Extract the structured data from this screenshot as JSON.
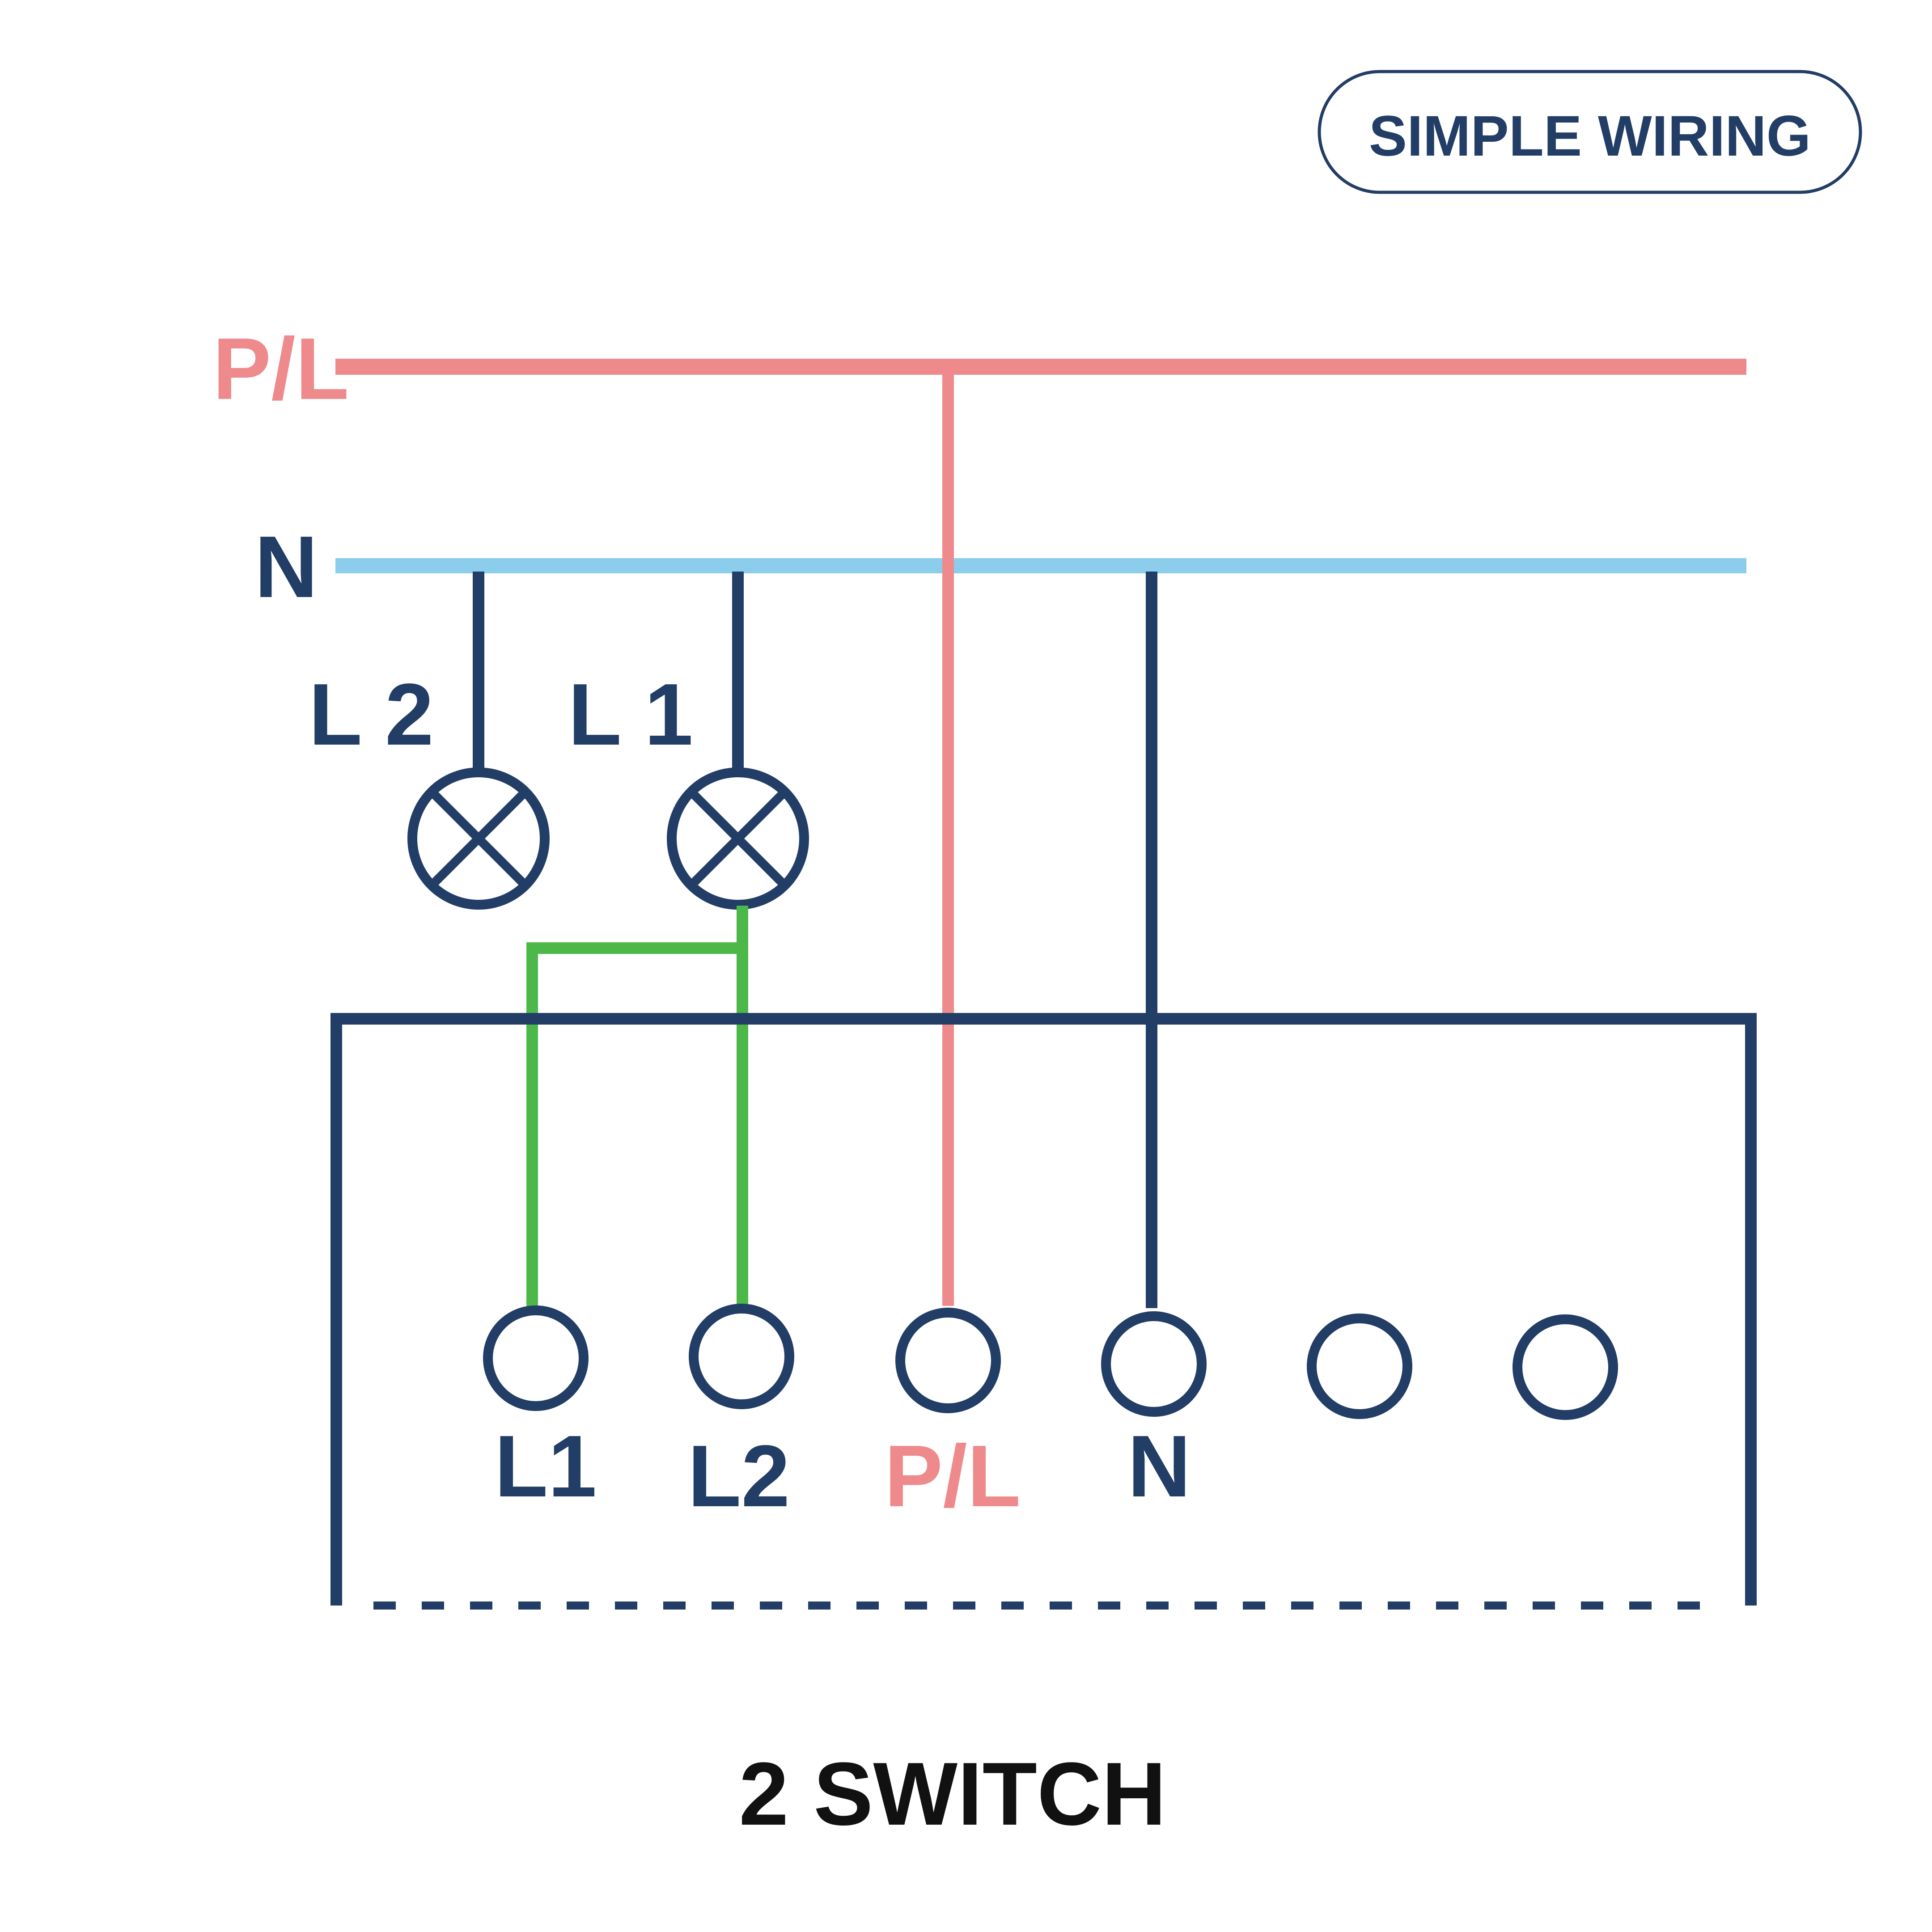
{
  "badge": {
    "text": "SIMPLE WIRING"
  },
  "bus": {
    "live_label": "P/L",
    "neutral_label": "N"
  },
  "lamps": [
    {
      "label": "L 2"
    },
    {
      "label": "L 1"
    }
  ],
  "terminals": [
    {
      "label": "L1",
      "wire": "switched"
    },
    {
      "label": "L2",
      "wire": "switched"
    },
    {
      "label": "P/L",
      "wire": "live"
    },
    {
      "label": "N",
      "wire": "neutral"
    },
    {
      "label": "",
      "wire": "none"
    },
    {
      "label": "",
      "wire": "none"
    }
  ],
  "footer": {
    "title": "2 SWITCH"
  },
  "colors": {
    "live": "#EE8A8C",
    "neutral": "#8DCDEC",
    "navy": "#223E66",
    "switched": "#4CB84A",
    "title": "#111111"
  },
  "icons": {
    "lamp": "lamp-cross-icon",
    "terminal": "terminal-circle-icon"
  }
}
